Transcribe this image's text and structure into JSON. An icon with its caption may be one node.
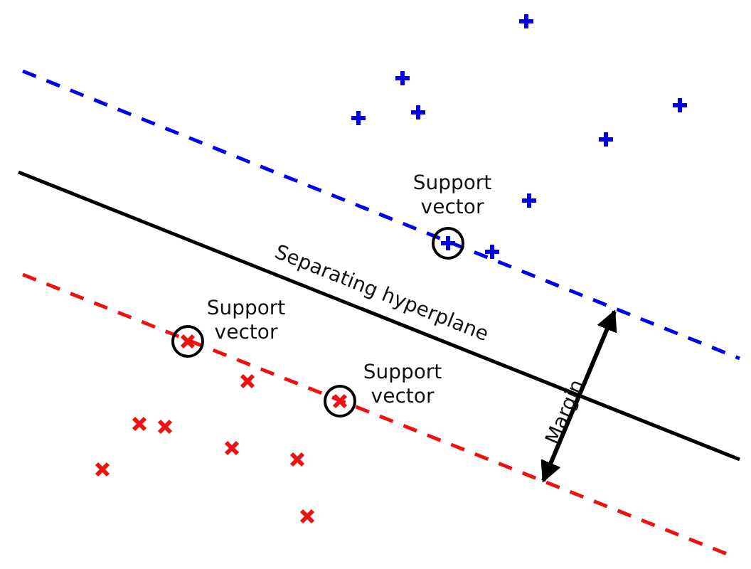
{
  "diagram": {
    "labels": [
      "Support vector",
      "Separating hyperplane",
      "Support vector",
      "Support vector",
      "Margin"
    ]
  }
}
